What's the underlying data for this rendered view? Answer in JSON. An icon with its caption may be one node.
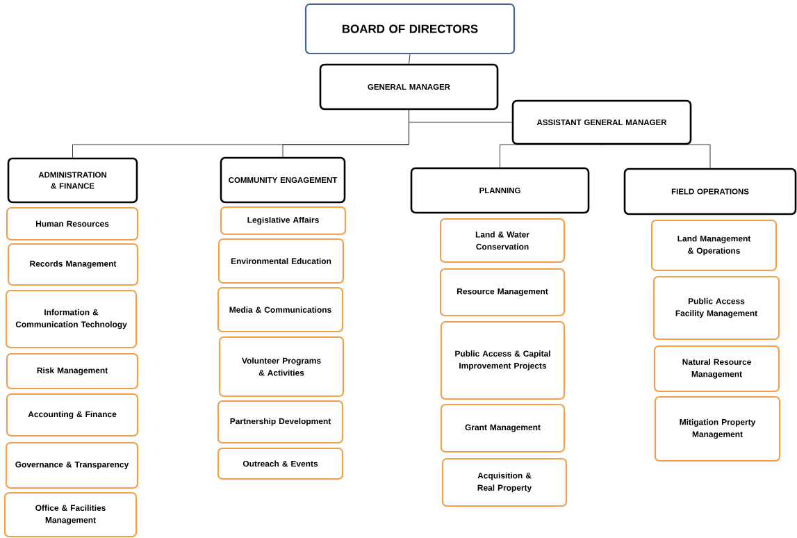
{
  "diagram": {
    "nodes": [
      {
        "text": [
          "BOARD OF DIRECTORS"
        ]
      },
      {
        "text": [
          "GENERAL MANAGER"
        ]
      },
      {
        "text": [
          "ASSISTANT GENERAL MANAGER"
        ]
      },
      {
        "text": [
          "ADMINISTRATION & FINANCE"
        ]
      },
      {
        "text": [
          "COMMUNITY ENGAGEMENT"
        ]
      },
      {
        "text": [
          "PLANNING"
        ]
      },
      {
        "text": [
          "FIELD OPERATIONS"
        ]
      },
      {
        "text": [
          "Human Resources"
        ]
      },
      {
        "text": [
          "Records Management"
        ]
      },
      {
        "text": [
          "Information & Communication Technology"
        ]
      },
      {
        "text": [
          "Risk Management"
        ]
      },
      {
        "text": [
          "Accounting & Finance"
        ]
      },
      {
        "text": [
          "Governance & Transparency"
        ]
      },
      {
        "text": [
          "Office & Facilities Management"
        ]
      },
      {
        "text": [
          "Legislative Affairs"
        ]
      },
      {
        "text": [
          "Environmental Education"
        ]
      },
      {
        "text": [
          "Media & Communications"
        ]
      },
      {
        "text": [
          "Volunteer Programs & Activities"
        ]
      },
      {
        "text": [
          "Partnership Development"
        ]
      },
      {
        "text": [
          "Outreach & Events"
        ]
      },
      {
        "text": [
          "Land & Water Conservation"
        ]
      },
      {
        "text": [
          "Resource Management"
        ]
      },
      {
        "text": [
          "Public Access & Capital Improvement Projects"
        ]
      },
      {
        "text": [
          "Grant Management"
        ]
      },
      {
        "text": [
          "Acquisition & Real Property"
        ]
      },
      {
        "text": [
          "Land Management & Operations"
        ]
      },
      {
        "text": [
          "Public Access Facility Management"
        ]
      },
      {
        "text": [
          "Natural Resource Management"
        ]
      },
      {
        "text": [
          "Mitigation Property Management"
        ]
      }
    ],
    "edges": [
      {
        "from": 0,
        "to": 1,
        "arrow": "none"
      },
      {
        "from": 1,
        "to": 3,
        "arrow": "none"
      },
      {
        "from": 1,
        "to": 4,
        "arrow": "none"
      },
      {
        "from": 1,
        "to": 2,
        "arrow": "none"
      },
      {
        "from": 2,
        "to": 5,
        "arrow": "none"
      },
      {
        "from": 2,
        "to": 6,
        "arrow": "none"
      }
    ]
  }
}
